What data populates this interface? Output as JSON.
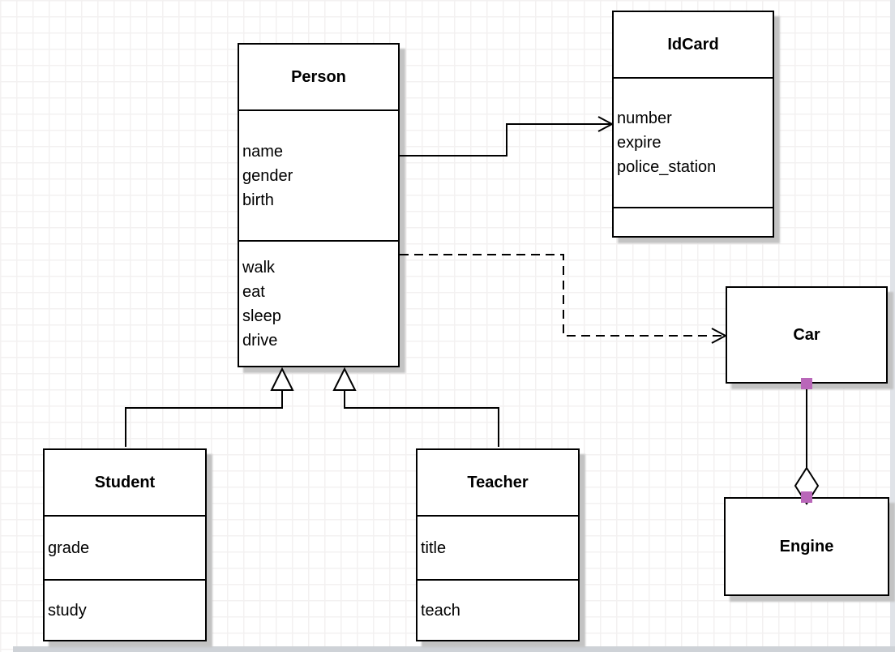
{
  "diagram": {
    "classes": [
      {
        "id": "person",
        "title": "Person",
        "attributes": [
          "name",
          "gender",
          "birth"
        ],
        "methods": [
          "walk",
          "eat",
          "sleep",
          "drive"
        ]
      },
      {
        "id": "idcard",
        "title": "IdCard",
        "attributes": [
          "number",
          "expire",
          "police_station"
        ],
        "methods": []
      },
      {
        "id": "car",
        "title": "Car",
        "attributes": [],
        "methods": []
      },
      {
        "id": "engine",
        "title": "Engine",
        "attributes": [],
        "methods": []
      },
      {
        "id": "student",
        "title": "Student",
        "attributes": [
          "grade"
        ],
        "methods": [
          "study"
        ]
      },
      {
        "id": "teacher",
        "title": "Teacher",
        "attributes": [
          "title"
        ],
        "methods": [
          "teach"
        ]
      }
    ],
    "relationships": [
      {
        "from": "Person",
        "to": "IdCard",
        "type": "association",
        "line": "solid",
        "arrow": "open"
      },
      {
        "from": "Person",
        "to": "Car",
        "type": "dependency",
        "line": "dashed",
        "arrow": "open"
      },
      {
        "from": "Student",
        "to": "Person",
        "type": "generalization",
        "line": "solid",
        "arrow": "hollow-triangle"
      },
      {
        "from": "Teacher",
        "to": "Person",
        "type": "generalization",
        "line": "solid",
        "arrow": "hollow-triangle"
      },
      {
        "from": "Car",
        "to": "Engine",
        "type": "aggregation",
        "line": "solid",
        "arrow": "hollow-diamond"
      }
    ],
    "colors": {
      "stroke": "#000000",
      "box_fill": "#ffffff",
      "shadow": "#c3c3c3",
      "endpoint": "#b967b9",
      "grid_line": "#f3f1f1",
      "page_edge": "#ced2d7"
    }
  }
}
